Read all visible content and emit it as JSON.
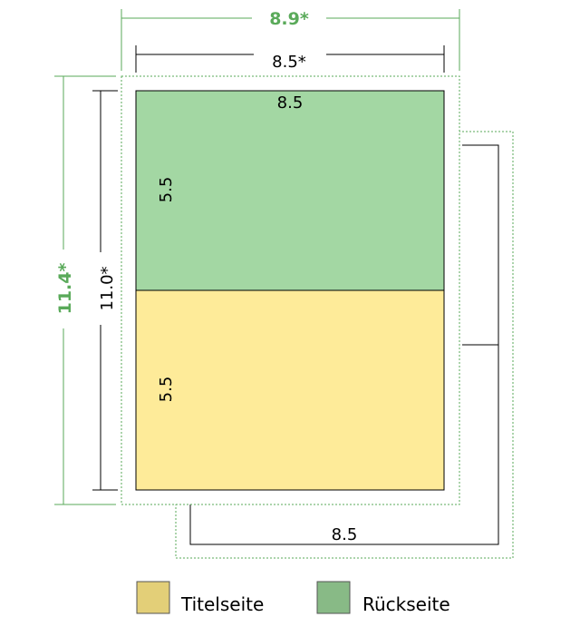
{
  "dimensions": {
    "outer_width": "8.9*",
    "inner_width": "8.5*",
    "top_label": "8.5",
    "back_height": "5.5",
    "front_height": "5.5",
    "inner_height": "11.0*",
    "outer_height": "11.4*",
    "bottom_width": "8.5"
  },
  "legend": {
    "items": [
      {
        "label": "Titelseite",
        "color": "#e3cf78"
      },
      {
        "label": "Rückseite",
        "color": "#88ba86"
      }
    ]
  },
  "colors": {
    "back_panel": "#a3d7a3",
    "front_panel": "#feeb99",
    "bleed_line": "#5aaa5a",
    "dim_line": "#000000"
  }
}
